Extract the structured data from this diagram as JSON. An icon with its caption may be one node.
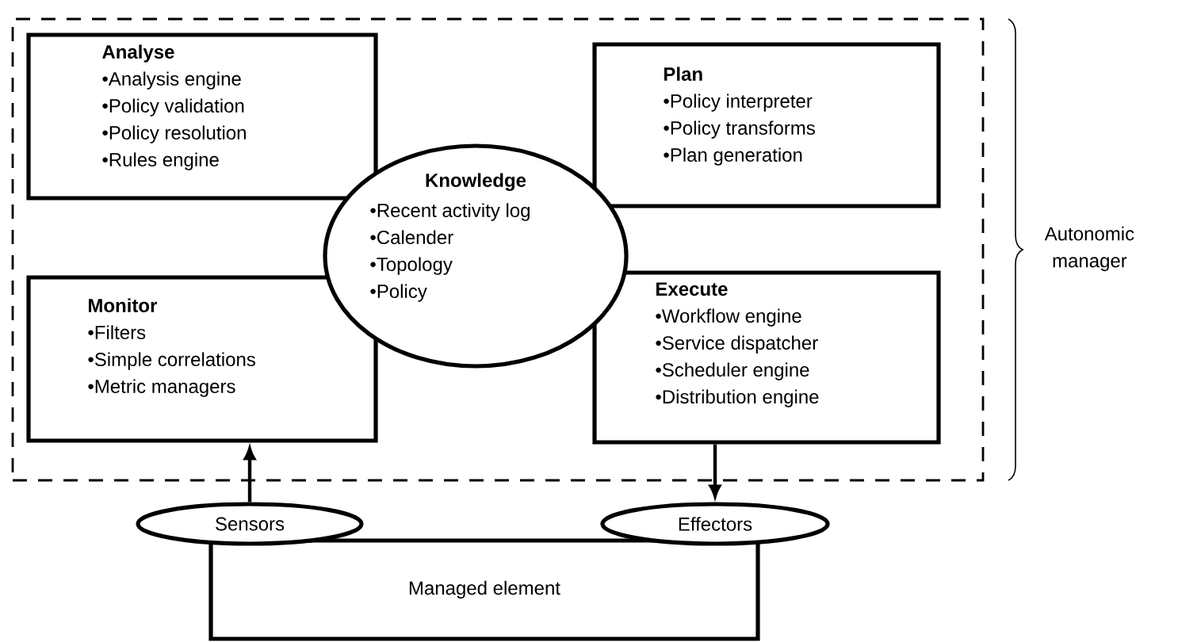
{
  "diagram": {
    "nodes": [
      {
        "text": [],
        "shape": "box",
        "beside": [
          "Autonomic manager"
        ]
      },
      {
        "text": [
          "Analyse",
          "•Analysis engine",
          "•Policy validation",
          "•Policy resolution",
          "•Rules engine"
        ],
        "in": 0
      },
      {
        "text": [
          "Plan",
          "•Policy interpreter",
          "•Policy transforms",
          "•Plan generation"
        ],
        "in": 0
      },
      {
        "text": [
          "Knowledge",
          "•Recent activity log",
          "•Calender",
          "•Topology",
          "•Policy"
        ],
        "in": 0
      },
      {
        "text": [
          "Monitor",
          "•Filters",
          "•Simple correlations",
          "•Metric managers"
        ],
        "in": 0
      },
      {
        "text": [
          "Execute",
          "•Workflow engine",
          "•Service dispatcher",
          "•Scheduler engine",
          "•Distribution engine"
        ],
        "in": 0
      },
      {
        "text": [
          "Sensors"
        ]
      },
      {
        "text": [
          "Effectors"
        ]
      },
      {
        "text": [
          "Managed element"
        ]
      }
    ],
    "edges": [
      {
        "from": 6,
        "to": 4,
        "arrow": "to"
      },
      {
        "from": 5,
        "to": 7,
        "arrow": "to"
      }
    ]
  }
}
